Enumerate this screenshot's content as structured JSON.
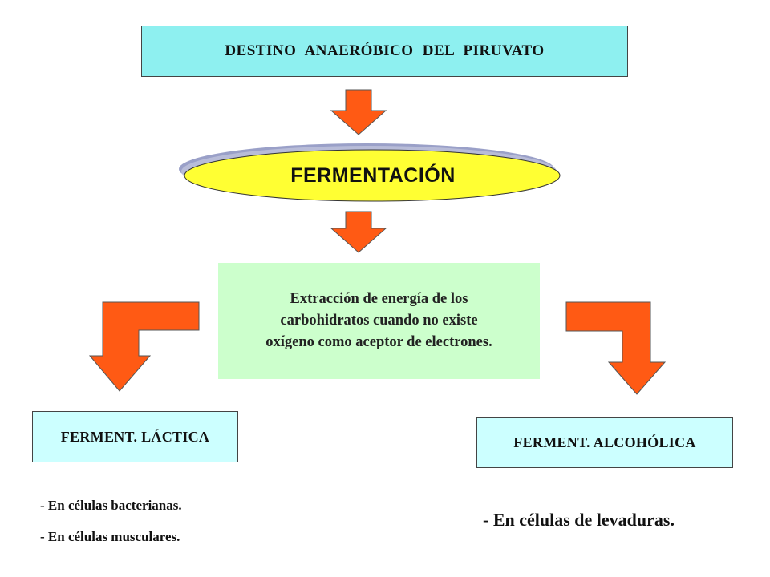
{
  "title": "DESTINO  ANAERÓBICO  DEL  PIRUVATO",
  "center_label": "FERMENTACIÓN",
  "definition": "Extracción de energía de los carbohidratos cuando no existe oxígeno como aceptor de electrones.",
  "branches": {
    "lactic": {
      "label": "FERMENT. LÁCTICA",
      "notes": [
        "- En células bacterianas.",
        "- En células musculares."
      ]
    },
    "alcoholic": {
      "label": "FERMENT. ALCOHÓLICA",
      "notes": [
        "- En células de levaduras."
      ]
    }
  },
  "colors": {
    "arrow": "#ff5a14",
    "ellipse": "#ffff33",
    "title_box": "#8ef0f0",
    "definition_box": "#ccffcc",
    "branch_box": "#ccffff"
  }
}
